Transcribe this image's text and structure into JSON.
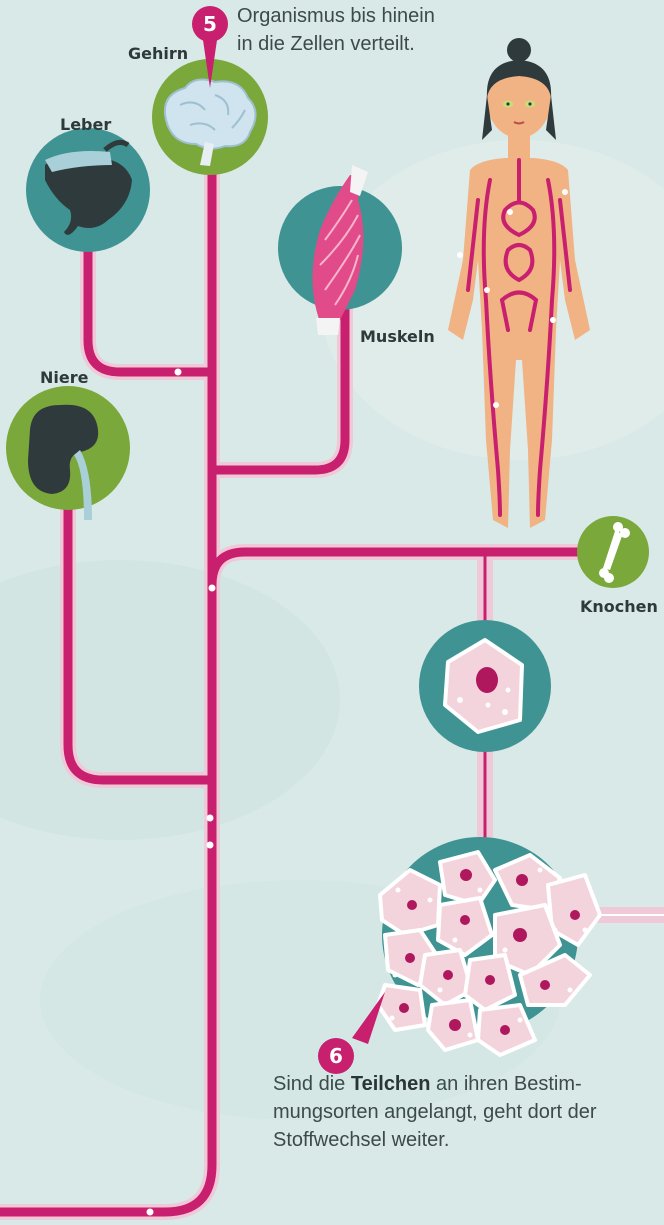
{
  "labels": {
    "gehirn": "Gehirn",
    "leber": "Leber",
    "muskeln": "Muskeln",
    "niere": "Niere",
    "knochen": "Knochen"
  },
  "steps": {
    "step5": "5",
    "step6": "6"
  },
  "texts": {
    "intro_line1": "Organismus bis hinein",
    "intro_line2": "in die Zellen verteilt.",
    "outro_before": "Sind die ",
    "outro_bold": "Teilchen",
    "outro_line1_after": " an ihren Bestim-",
    "outro_line2": "mungsorten angelangt, geht dort der",
    "outro_line3": "Stoffwechsel weiter."
  },
  "colors": {
    "background": "#d9e9e7",
    "pathway": "#c81f6e",
    "circle_teal": "#3f9393",
    "circle_green": "#7aa83a",
    "cell": "#f3d3dc",
    "nucleus": "#b0185e"
  },
  "icons": [
    "brain-icon",
    "liver-icon",
    "muscle-icon",
    "kidney-icon",
    "bone-icon",
    "cell-icon",
    "cell-cluster-icon",
    "body-figure-icon"
  ]
}
